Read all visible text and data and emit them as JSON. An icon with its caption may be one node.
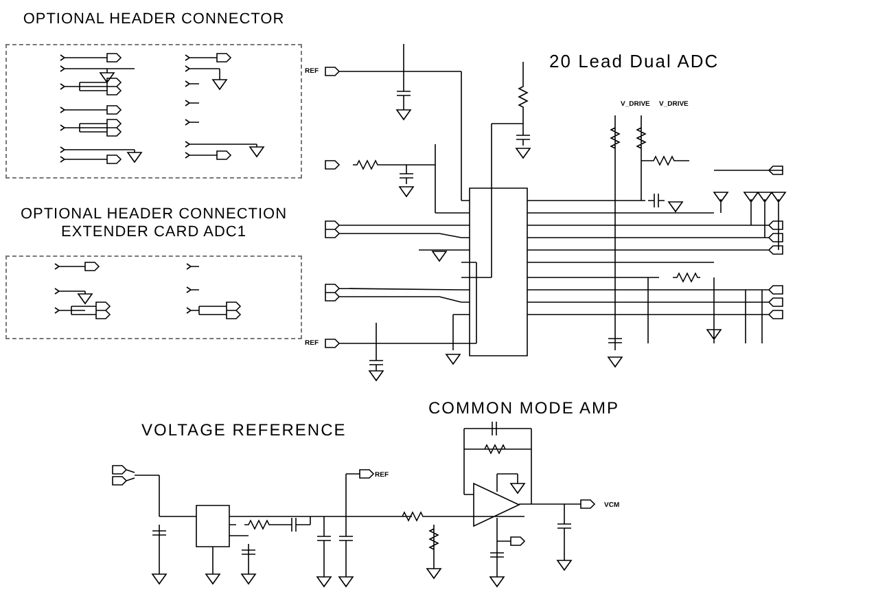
{
  "diagram": {
    "title": "20 Lead Dual ADC",
    "nodes": [
      {
        "text": [
          "OPTIONAL HEADER CONNECTOR"
        ]
      },
      {
        "text": [
          "OPTIONAL HEADER CONNECTION EXTENDER CARD ADC1"
        ]
      }
    ],
    "labels": [
      "V_DRIVE",
      "V_DRIVE",
      "REF",
      "REF",
      "REF",
      "VCM",
      "VOLTAGE REFERENCE",
      "COMMON MODE AMP"
    ]
  }
}
